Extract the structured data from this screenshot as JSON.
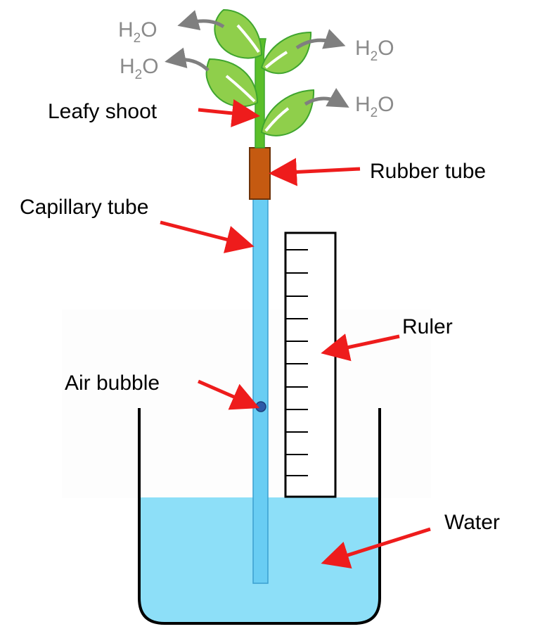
{
  "labels": {
    "leafy_shoot": "Leafy shoot",
    "rubber_tube": "Rubber tube",
    "capillary_tube": "Capillary tube",
    "ruler": "Ruler",
    "air_bubble": "Air bubble",
    "water": "Water"
  },
  "vapour": {
    "main": "H",
    "sub": "2",
    "tail": "O"
  },
  "colors": {
    "arrow": "#ee1c1c",
    "vapour_arrow": "#7f7f7f",
    "vapour_text": "#8a8a8a",
    "leaf": "#8fcf4b",
    "leaf_outline": "#3fa52e",
    "stem": "#5bbf2a",
    "rubber_tube": "#c55a11",
    "capillary": "#69cdf3",
    "water": "#8ddff8",
    "bubble": "#2e5aa8",
    "outline": "#000000"
  }
}
